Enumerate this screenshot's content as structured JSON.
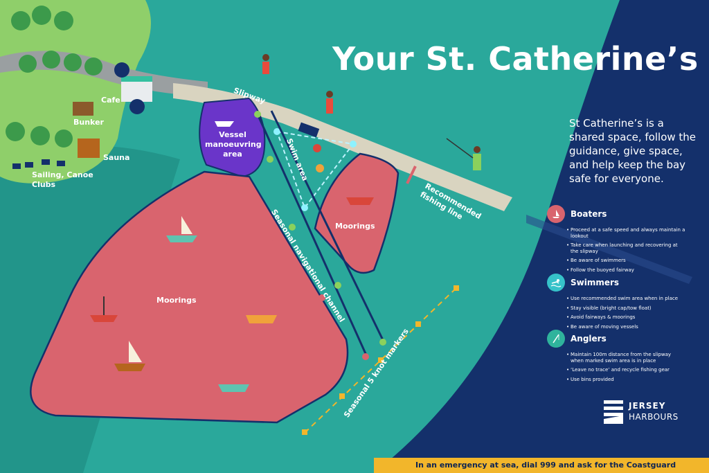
{
  "title": "Your St. Catherine’s",
  "intro": "St Catherine’s is a shared space, follow the guidance, give space, and help keep the bay safe for everyone.",
  "sections": [
    {
      "title": "Boaters",
      "icon": "sailboat-icon",
      "color": "#d9646e",
      "items": [
        "Proceed at a safe speed and always maintain a lookout",
        "Take care when launching and recovering at the slipway",
        "Be aware of swimmers",
        "Follow the buoyed fairway"
      ]
    },
    {
      "title": "Swimmers",
      "icon": "swimmer-icon",
      "color": "#36c2c9",
      "items": [
        "Use recommended swim area when in place",
        "Stay visible (bright cap/tow float)",
        "Avoid fairways & moorings",
        "Be aware of moving vessels"
      ]
    },
    {
      "title": "Anglers",
      "icon": "fishing-rod-icon",
      "color": "#2fb39c",
      "items": [
        "Maintain 100m distance from the slipway when marked swim area is in place",
        "‘Leave no trace’ and recycle fishing gear",
        "Use bins provided"
      ]
    }
  ],
  "map_labels": {
    "cafe": "Cafe",
    "bunker": "Bunker",
    "sauna": "Sauna",
    "clubs": "Sailing, Canoe Clubs",
    "slipway": "Slipway",
    "vessel_area": "Vessel manoeuvring area",
    "swim_area": "Swim area",
    "moorings_small": "Moorings",
    "moorings_large": "Moorings",
    "nav_channel": "Seasonal navigational channel",
    "knot_markers": "Seasonal 5 knot markers",
    "fishing_line": "Recommended fishing line"
  },
  "logo": {
    "line1": "JERSEY",
    "line2": "HARBOURS"
  },
  "banner": "In an emergency at sea, dial 999 and ask for the Coastguard",
  "colors": {
    "sea": "#2aa89b",
    "deep_panel": "#14306b",
    "moorings": "#d9646e",
    "vessel_area": "#6a35c9",
    "land": "#8fcf6a",
    "banner": "#f2b62b"
  }
}
